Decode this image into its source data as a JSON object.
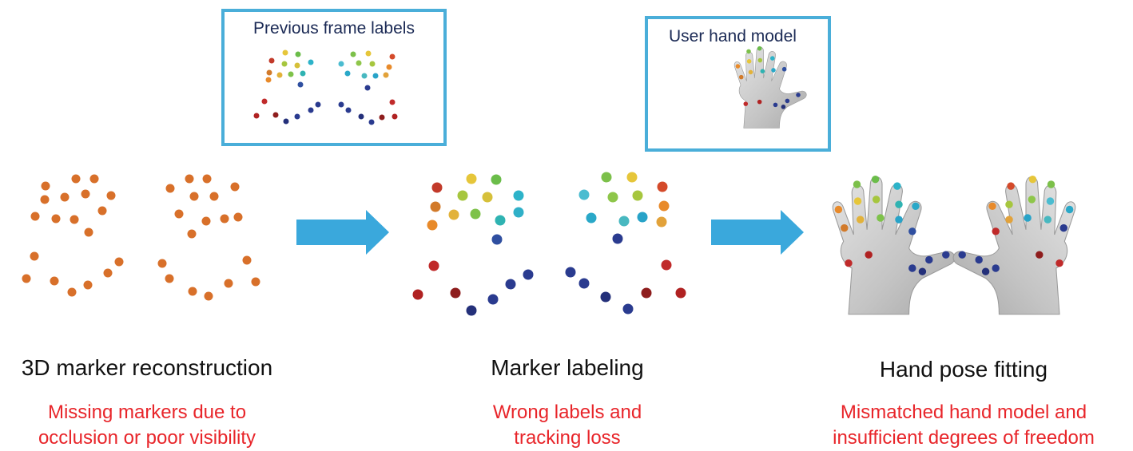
{
  "insets": {
    "previous_labels": {
      "title": "Previous frame labels"
    },
    "hand_model": {
      "title": "User hand model"
    }
  },
  "stages": [
    {
      "title": "3D marker reconstruction",
      "issue_lines": [
        "Missing markers due to",
        "occlusion or poor visibility"
      ]
    },
    {
      "title": "Marker labeling",
      "issue_lines": [
        "Wrong labels and",
        "tracking loss"
      ]
    },
    {
      "title": "Hand pose fitting",
      "issue_lines": [
        "Mismatched hand model and",
        "insufficient degrees of freedom"
      ]
    }
  ],
  "colors": {
    "inset_border": "#4aaed9",
    "arrow": "#3aa8dc",
    "issue_text": "#e8252a",
    "unlabeled_marker": "#d8702a",
    "hand_skin": "#c9c9c9"
  },
  "icons": [
    "arrow-right-icon",
    "hand-model-icon"
  ]
}
